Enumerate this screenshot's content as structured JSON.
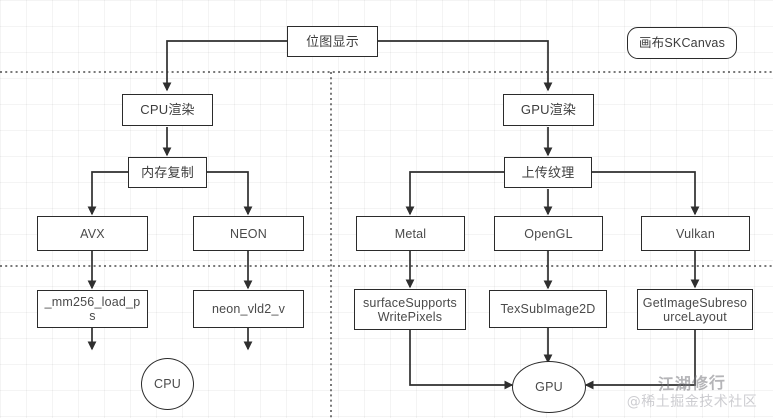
{
  "diagram": {
    "title_node": {
      "label": "位图显示"
    },
    "legend": {
      "label": "画布SKCanvas"
    },
    "nodes": {
      "cpu_render": {
        "label": "CPU渲染"
      },
      "gpu_render": {
        "label": "GPU渲染"
      },
      "mem_copy": {
        "label": "内存复制"
      },
      "upload_texture": {
        "label": "上传纹理"
      },
      "avx": {
        "label": "AVX"
      },
      "neon": {
        "label": "NEON"
      },
      "metal": {
        "label": "Metal"
      },
      "opengl": {
        "label": "OpenGL"
      },
      "vulkan": {
        "label": "Vulkan"
      },
      "mm256": {
        "label": "_mm256_load_p\ns"
      },
      "neon_vld2": {
        "label": "neon_vld2_v"
      },
      "surface_supports": {
        "label": "surfaceSupports\nWritePixels"
      },
      "tex_sub_image": {
        "label": "TexSubImage2D"
      },
      "get_image_sub": {
        "label": "GetImageSubreso\nurceLayout"
      },
      "cpu_terminal": {
        "label": "CPU"
      },
      "gpu_terminal": {
        "label": "GPU"
      }
    },
    "watermark": {
      "line1": "江湖修行",
      "line2": "@稀土掘金技术社区"
    },
    "colors": {
      "node_border": "#2b2b2b",
      "node_text": "#4a4a4a",
      "connector": "#3a3a3a",
      "divider": "#555555",
      "background": "#ffffff",
      "grid": "#f0f0f0"
    }
  }
}
